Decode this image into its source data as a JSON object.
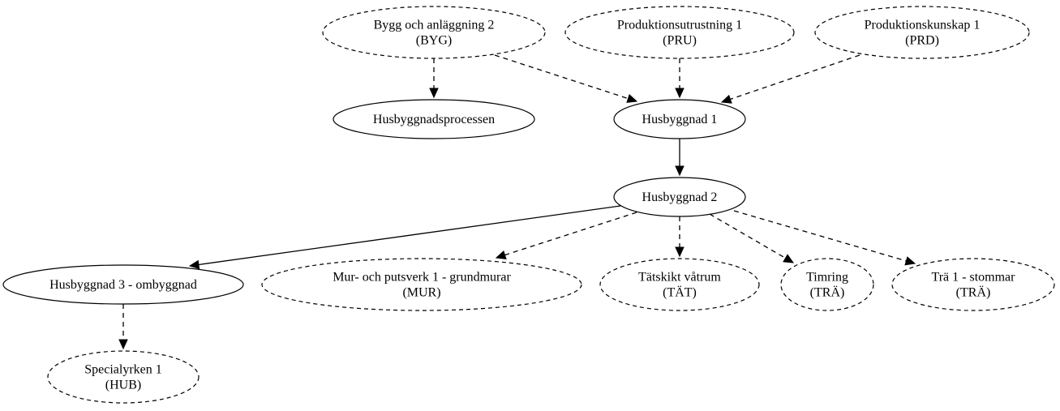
{
  "diagram": {
    "nodes": [
      {
        "id": "byg2",
        "lines": [
          "Bygg och anläggning 2",
          "(BYG)"
        ],
        "style": "dashed"
      },
      {
        "id": "pru1",
        "lines": [
          "Produktionsutrustning 1",
          "(PRU)"
        ],
        "style": "dashed"
      },
      {
        "id": "prd1",
        "lines": [
          "Produktionskunskap 1",
          "(PRD)"
        ],
        "style": "dashed"
      },
      {
        "id": "hbproc",
        "lines": [
          "Husbyggnadsprocessen"
        ],
        "style": "solid"
      },
      {
        "id": "hb1",
        "lines": [
          "Husbyggnad 1"
        ],
        "style": "solid"
      },
      {
        "id": "hb2",
        "lines": [
          "Husbyggnad 2"
        ],
        "style": "solid"
      },
      {
        "id": "hb3",
        "lines": [
          "Husbyggnad 3 - ombyggnad"
        ],
        "style": "solid"
      },
      {
        "id": "mur1",
        "lines": [
          "Mur- och putsverk 1 - grundmurar",
          "(MUR)"
        ],
        "style": "dashed"
      },
      {
        "id": "tat",
        "lines": [
          "Tätskikt våtrum",
          "(TÄT)"
        ],
        "style": "dashed"
      },
      {
        "id": "timring",
        "lines": [
          "Timring",
          "(TRÄ)"
        ],
        "style": "dashed"
      },
      {
        "id": "tra1",
        "lines": [
          "Trä 1 - stommar",
          "(TRÄ)"
        ],
        "style": "dashed"
      },
      {
        "id": "spec1",
        "lines": [
          "Specialyrken 1",
          "(HUB)"
        ],
        "style": "dashed"
      }
    ],
    "edges": [
      {
        "from": "byg2",
        "to": "hbproc",
        "style": "dashed"
      },
      {
        "from": "byg2",
        "to": "hb1",
        "style": "dashed"
      },
      {
        "from": "pru1",
        "to": "hb1",
        "style": "dashed"
      },
      {
        "from": "prd1",
        "to": "hb1",
        "style": "dashed"
      },
      {
        "from": "hb1",
        "to": "hb2",
        "style": "solid"
      },
      {
        "from": "hb2",
        "to": "hb3",
        "style": "solid"
      },
      {
        "from": "hb2",
        "to": "mur1",
        "style": "dashed"
      },
      {
        "from": "hb2",
        "to": "tat",
        "style": "dashed"
      },
      {
        "from": "hb2",
        "to": "timring",
        "style": "dashed"
      },
      {
        "from": "hb2",
        "to": "tra1",
        "style": "dashed"
      },
      {
        "from": "hb3",
        "to": "spec1",
        "style": "dashed"
      }
    ]
  }
}
